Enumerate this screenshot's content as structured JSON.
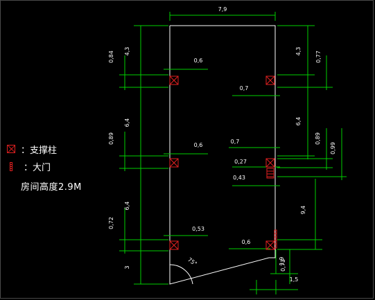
{
  "legend": {
    "column_label": "：支撑柱",
    "door_label": "：大门",
    "height_note": "房间高度2.9M"
  },
  "dimensions": {
    "top_width": "7,9",
    "left_top": "4,3",
    "left_mid1": "6,4",
    "left_mid2": "6,4",
    "left_bottom": "3",
    "left_col1": "0,84",
    "left_col2": "0,89",
    "left_col3": "0,72",
    "col1_offset": "0,6",
    "col2_offset": "0,6",
    "col3_offset": "0,53",
    "right_top": "4,3",
    "right_col_top": "0,77",
    "right_mid": "6,4",
    "right_col_mid": "0,89",
    "right_col_mid2": "0,99",
    "right_col1_offset": "0,7",
    "right_col2_offset": "0,7",
    "door_offset1": "0,27",
    "door_offset2": "0,43",
    "right_lower": "9,4",
    "bottom_col_offset": "0,6",
    "bottom_right_a": "1,9",
    "bottom_right_b": "0,73",
    "bottom_width": "1,5",
    "angle": "75°"
  },
  "colors": {
    "dimension": "#00d000",
    "wall": "#ffffff",
    "column": "#e02020",
    "text": "#ffffff"
  }
}
